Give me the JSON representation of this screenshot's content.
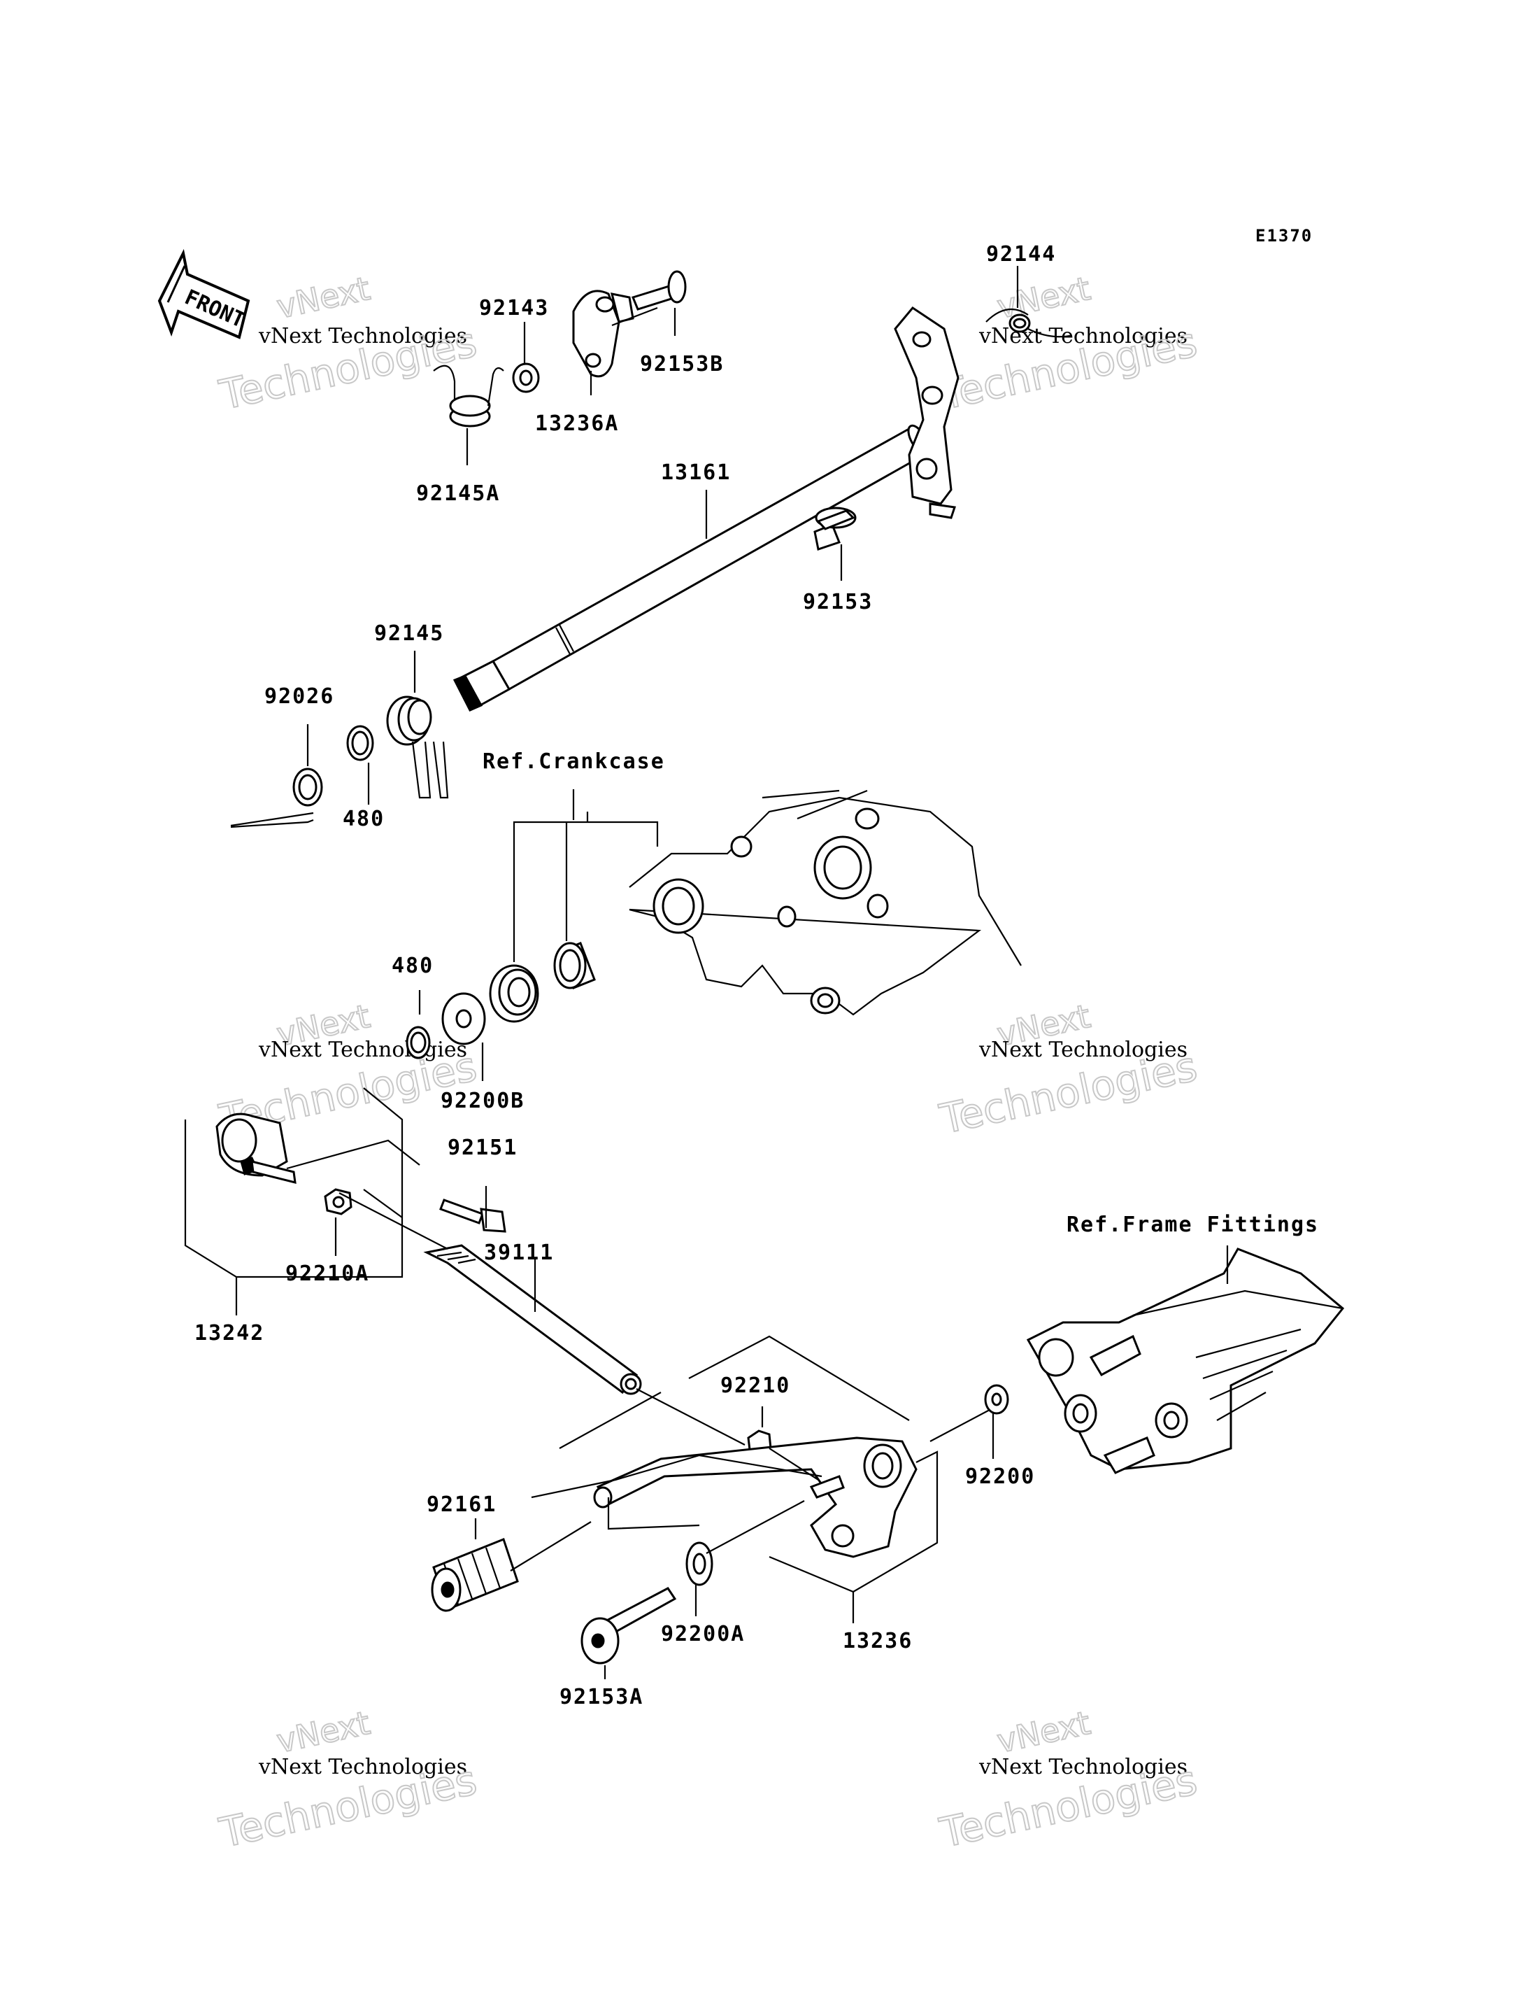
{
  "diagram_id": "E1370",
  "front_label": "FRONT",
  "refs": {
    "crankcase": "Ref.Crankcase",
    "frame_fittings": "Ref.Frame Fittings"
  },
  "parts": {
    "p92144": "92144",
    "p92143": "92143",
    "p92153B": "92153B",
    "p13236A": "13236A",
    "p92145A": "92145A",
    "p13161": "13161",
    "p92153": "92153",
    "p92145": "92145",
    "p92026": "92026",
    "p480a": "480",
    "p480b": "480",
    "p92200B": "92200B",
    "p92151": "92151",
    "p92210A": "92210A",
    "p39111": "39111",
    "p13242": "13242",
    "p92210": "92210",
    "p92200": "92200",
    "p92161": "92161",
    "p92200A": "92200A",
    "p13236": "13236",
    "p92153A": "92153A"
  },
  "watermark": {
    "line1": "vNext",
    "line2": "vNext Technologies",
    "line3": "Technologies"
  }
}
